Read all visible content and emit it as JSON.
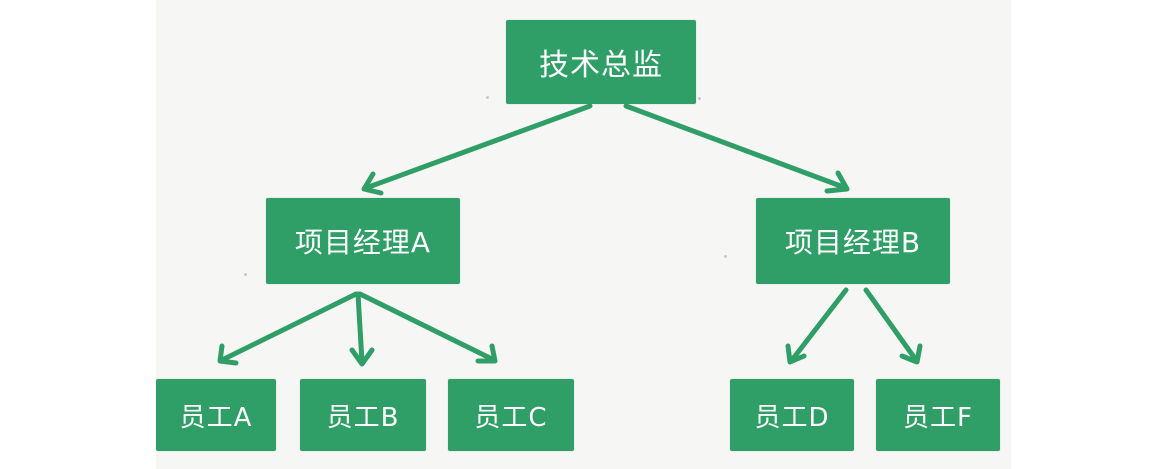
{
  "diagram": {
    "root": {
      "label": "技术总监"
    },
    "managers": [
      {
        "label": "项目经理A",
        "employees": [
          "员工A",
          "员工B",
          "员工C"
        ]
      },
      {
        "label": "项目经理B",
        "employees": [
          "员工D",
          "员工F"
        ]
      }
    ]
  },
  "colors": {
    "node_fill": "#2f9e67",
    "node_text": "#ffffff",
    "arrow": "#2f9e67",
    "background": "#f6f6f4"
  }
}
